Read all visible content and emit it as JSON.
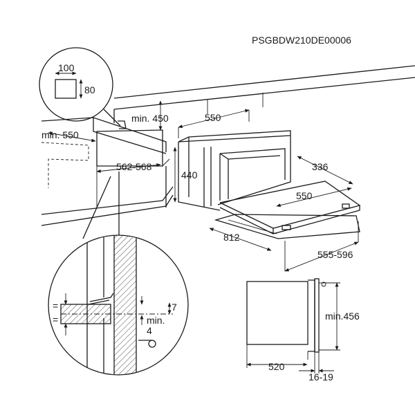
{
  "document": {
    "code": "PSGBDW210DE00006"
  },
  "labels": {
    "detail_100": "100",
    "detail_80": "80",
    "min_450": "min. 450",
    "min_550": "min. 550",
    "w_550_top": "550",
    "d_336": "336",
    "h_440": "440",
    "d_550_inner": "550",
    "range_562_568": "562-568",
    "d_812": "812",
    "range_555_596": "555-596",
    "min_456": "min.456",
    "d_520": "520",
    "range_16_19": "16-19",
    "eq_1": "=",
    "eq_2": "=",
    "val_7": "7",
    "min_prefix": "min.",
    "val_4": "4"
  },
  "colors": {
    "line": "#1a1a1a",
    "background": "#ffffff"
  }
}
